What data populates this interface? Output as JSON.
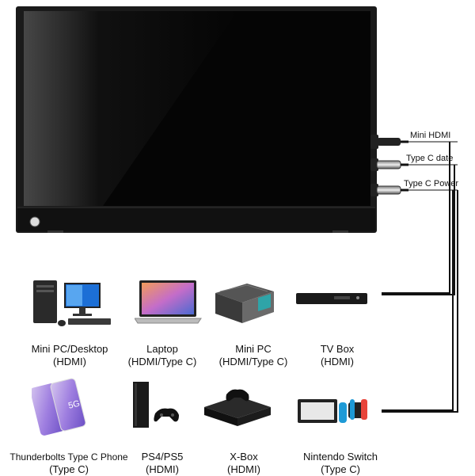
{
  "ports": [
    {
      "label": "Mini HDMI"
    },
    {
      "label": "Type C date"
    },
    {
      "label": "Type C Power"
    }
  ],
  "devices": [
    {
      "name": "Mini PC/Desktop",
      "connection": "(HDMI)",
      "icon": "desktop-pc-icon"
    },
    {
      "name": "Laptop",
      "connection": "(HDMI/Type C)",
      "icon": "laptop-icon"
    },
    {
      "name": "Mini PC",
      "connection": "(HDMI/Type C)",
      "icon": "mini-pc-icon"
    },
    {
      "name": "TV Box",
      "connection": "(HDMI)",
      "icon": "tv-box-icon"
    },
    {
      "name": "Thunderbolts Type C Phone",
      "connection": "(Type C)",
      "icon": "phone-icon"
    },
    {
      "name": "PS4/PS5",
      "connection": "(HDMI)",
      "icon": "ps-console-icon"
    },
    {
      "name": "X-Box",
      "connection": "(HDMI)",
      "icon": "xbox-icon"
    },
    {
      "name": "Nintendo Switch",
      "connection": "(Type C)",
      "icon": "nintendo-switch-icon"
    }
  ]
}
